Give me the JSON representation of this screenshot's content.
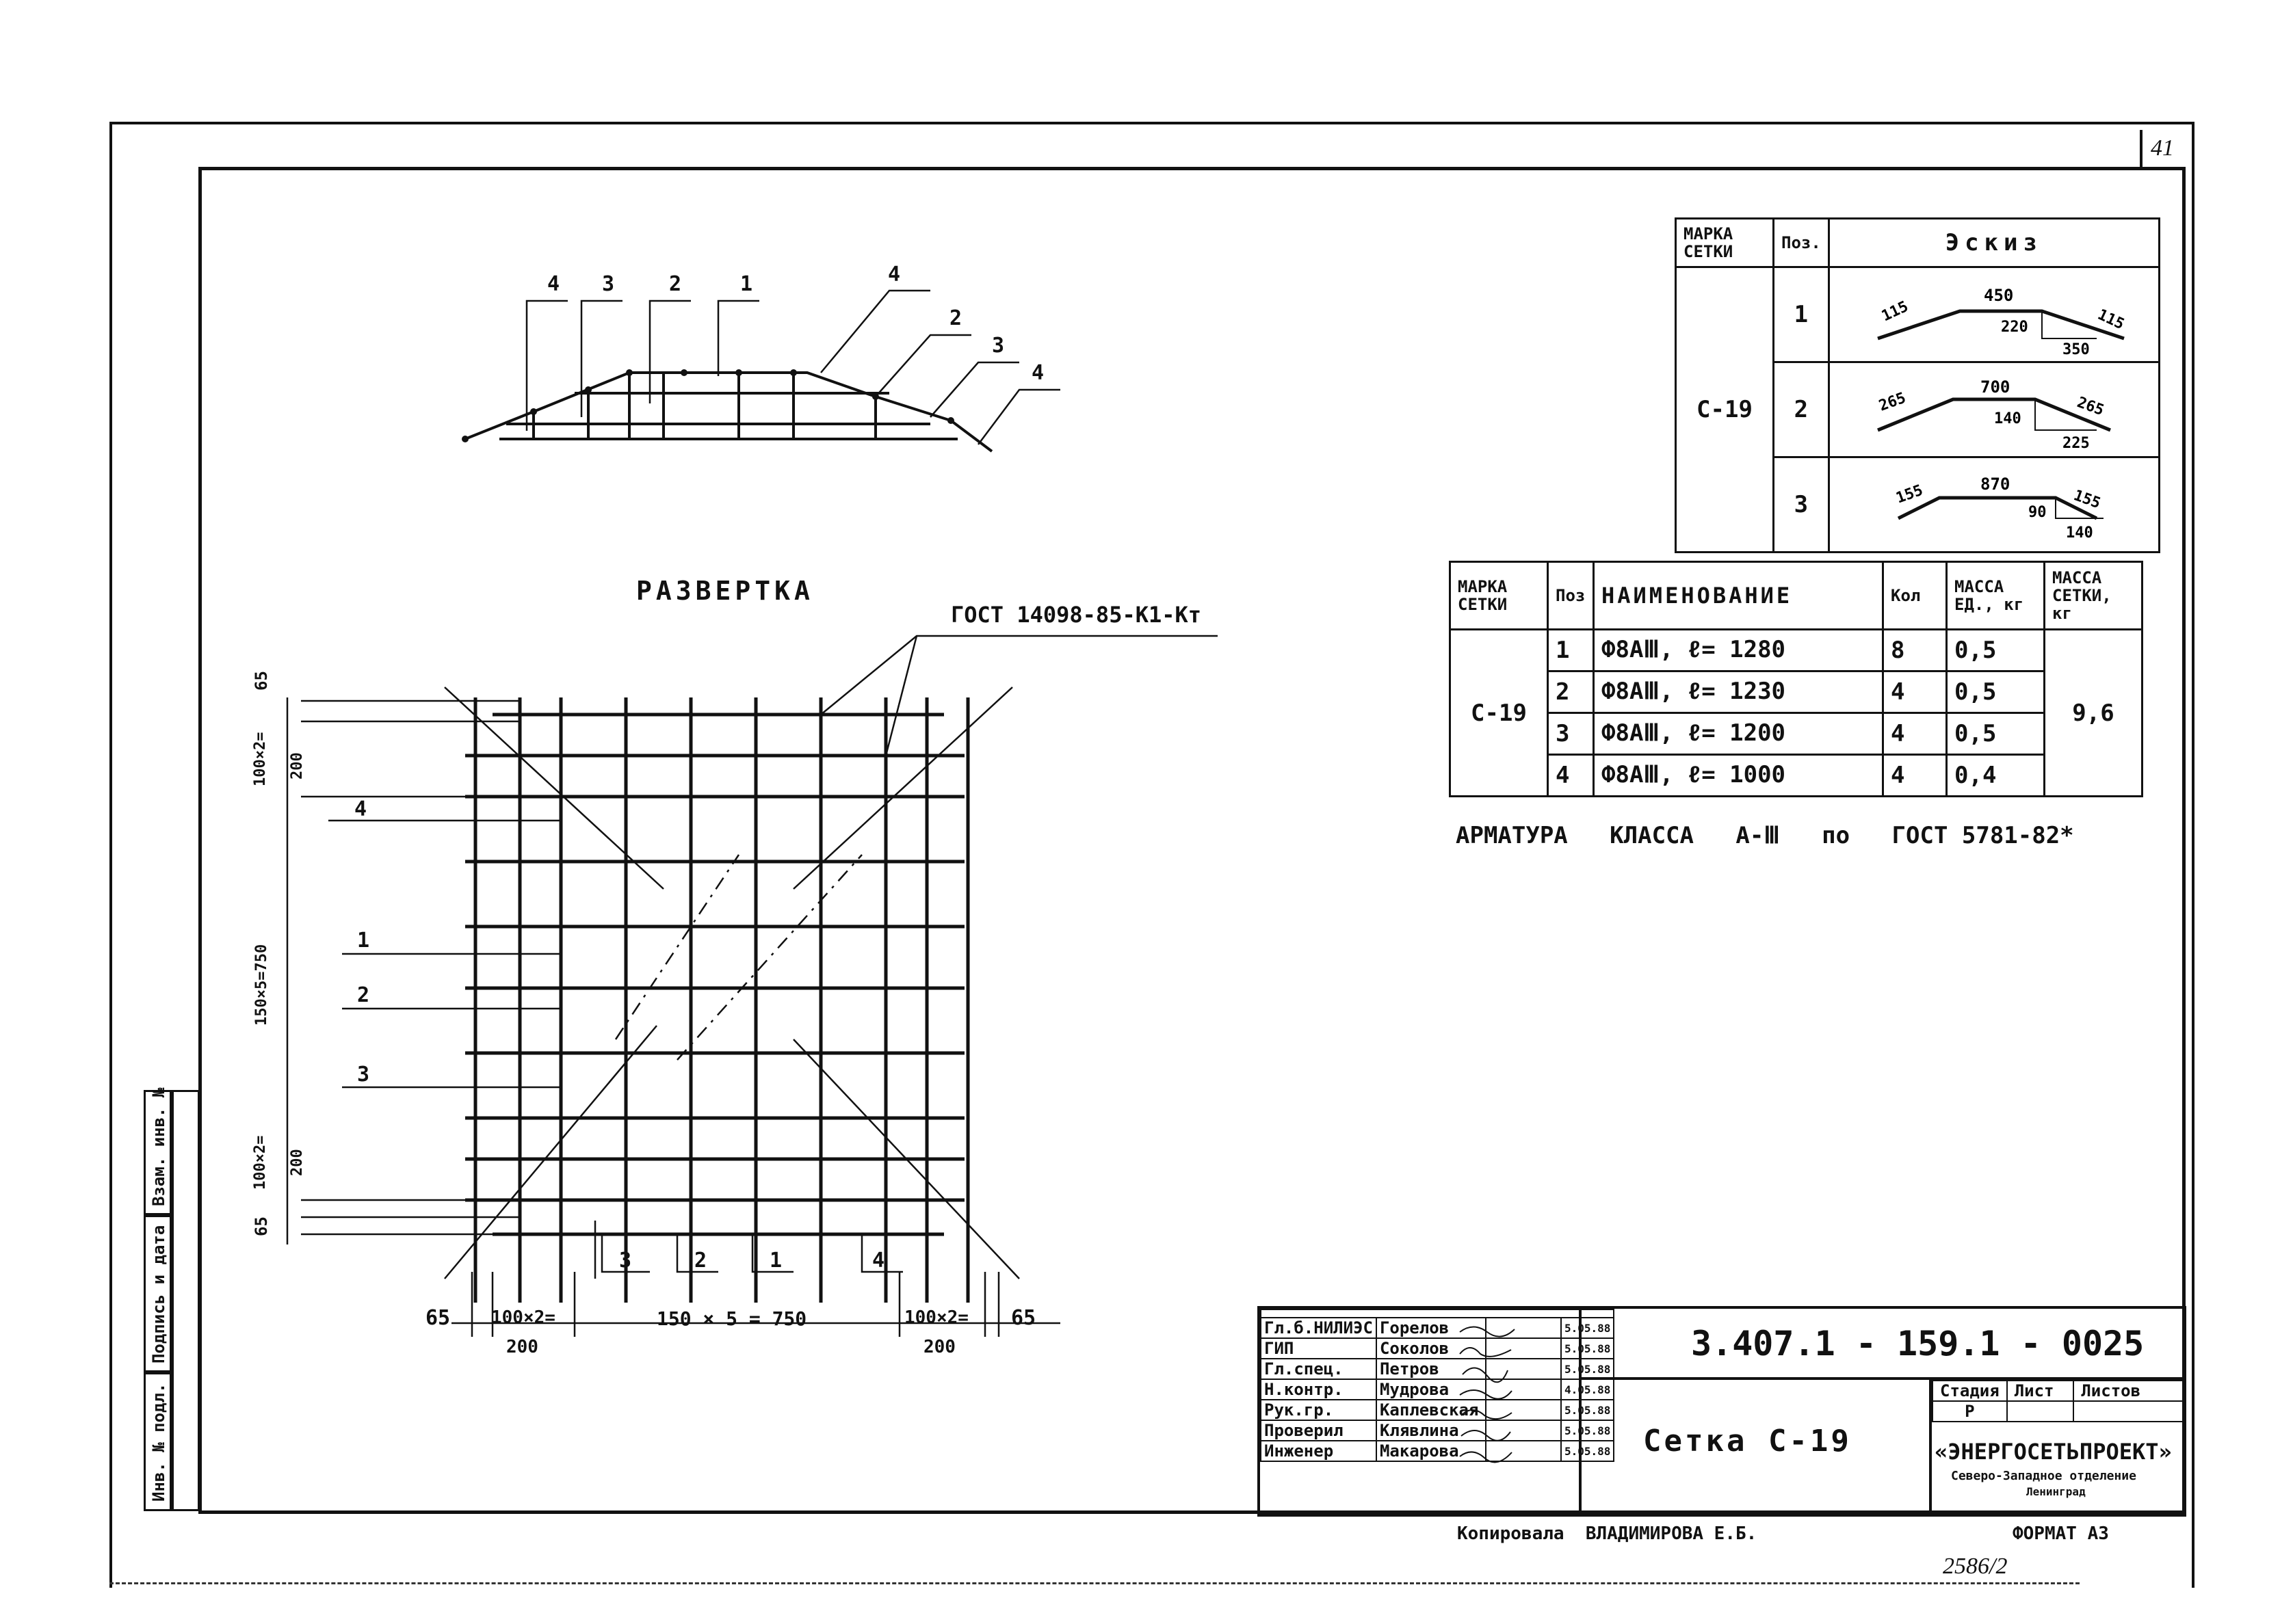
{
  "sheet": {
    "number": "41"
  },
  "elevation": {
    "labels": {
      "p4l": "4",
      "p3l": "3",
      "p2l": "2",
      "p1": "1",
      "p4a": "4",
      "p2r": "2",
      "p3r": "3",
      "p4r": "4"
    }
  },
  "unfold": {
    "title": "РАЗВЕРТКА",
    "gost": "ГОСТ 14098-85-К1-Кт",
    "left_dims": {
      "top": "65",
      "d1": "100×2=",
      "d1b": "200",
      "mid": "150×5=750",
      "d2": "100×2=",
      "d2b": "200",
      "bottom": "65"
    },
    "bottom_dims": {
      "a": "65",
      "b": "100×2=",
      "b2": "200",
      "c": "150 × 5 = 750",
      "d": "100×2=",
      "d2": "200",
      "e": "65"
    },
    "pos_left": {
      "p4": "4",
      "p1": "1",
      "p2": "2",
      "p3": "3"
    },
    "pos_bottom": {
      "p3": "3",
      "p2": "2",
      "p1": "1",
      "p4": "4"
    }
  },
  "sketch_table": {
    "headers": [
      "МАРКА СЕТКИ",
      "Поз.",
      "Эскиз"
    ],
    "mark": "С-19",
    "rows": [
      {
        "pos": "1",
        "dims": [
          "115",
          "450",
          "220",
          "115",
          "350"
        ]
      },
      {
        "pos": "2",
        "dims": [
          "265",
          "700",
          "140",
          "265",
          "225"
        ]
      },
      {
        "pos": "3",
        "dims": [
          "155",
          "870",
          "90",
          "155",
          "140"
        ]
      }
    ]
  },
  "spec_table": {
    "headers": [
      "МАРКА СЕТКИ",
      "Поз",
      "НАИМЕНОВАНИЕ",
      "Кол",
      "МАССА ЕД., кг",
      "МАССА СЕТКИ, кг"
    ],
    "mark": "С-19",
    "total_mass": "9,6",
    "rows": [
      {
        "pos": "1",
        "name": "Ф8АⅢ, ℓ= 1280",
        "qty": "8",
        "mass": "0,5"
      },
      {
        "pos": "2",
        "name": "Ф8АⅢ, ℓ= 1230",
        "qty": "4",
        "mass": "0,5"
      },
      {
        "pos": "3",
        "name": "Ф8АⅢ, ℓ= 1200",
        "qty": "4",
        "mass": "0,5"
      },
      {
        "pos": "4",
        "name": "Ф8АⅢ, ℓ= 1000",
        "qty": "4",
        "mass": "0,4"
      }
    ],
    "note": "АРМАТУРА   КЛАССА   А-Ⅲ   по   ГОСТ 5781-82*"
  },
  "side_strip": [
    "Инв. № подл.",
    "Подпись и дата",
    "Взам. инв. №"
  ],
  "title_block": {
    "doc_code": "3.407.1 - 159.1 - 0025",
    "name": "Сетка С-19",
    "stage_headers": [
      "Стадия",
      "Лист",
      "Листов"
    ],
    "stage": "Р",
    "org": "«ЭНЕРГОСЕТЬПРОЕКТ»",
    "org_sub": "Северо-Западное отделение",
    "org_city": "Ленинград",
    "people": [
      {
        "role": "Гл.б.НИЛИЭС",
        "name": "Горелов",
        "date": "5.05.88"
      },
      {
        "role": "ГИП",
        "name": "Соколов",
        "date": "5.05.88"
      },
      {
        "role": "Гл.спец.",
        "name": "Петров",
        "date": "5.05.88"
      },
      {
        "role": "Н.контр.",
        "name": "Мудрова",
        "date": "4.05.88"
      },
      {
        "role": "Рук.гр.",
        "name": "Каплевская",
        "date": "5.05.88"
      },
      {
        "role": "Проверил",
        "name": "Клявлина",
        "date": "5.05.88"
      },
      {
        "role": "Инженер",
        "name": "Макарова",
        "date": "5.05.88"
      }
    ]
  },
  "footer": {
    "copied": "Копировала  ВЛАДИМИРОВА Е.Б.",
    "format": "ФОРМАТ А3",
    "inv": "2586/2"
  }
}
